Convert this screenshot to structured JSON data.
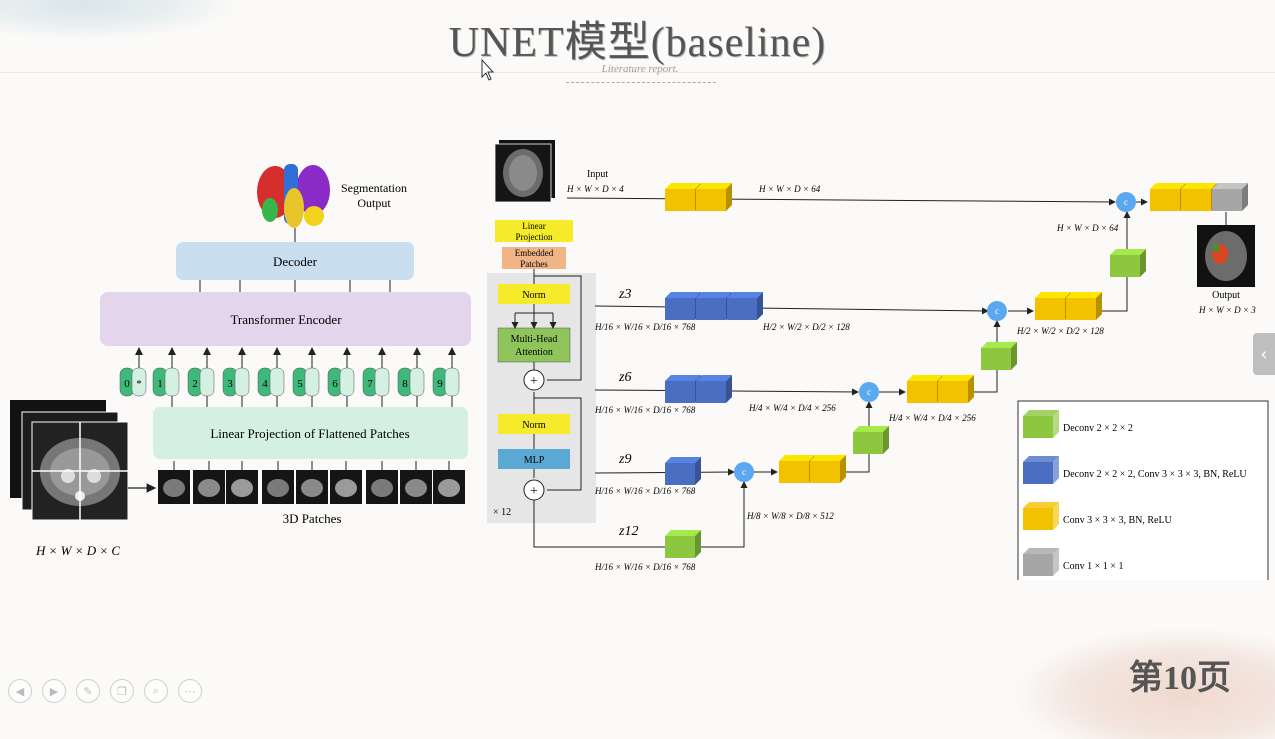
{
  "slide": {
    "title": "UNET模型(baseline)",
    "subtitle": "Literature report.",
    "page_number": "第10页"
  },
  "left_diagram": {
    "segmentation_output": [
      "Segmentation",
      "Output"
    ],
    "decoder": "Decoder",
    "transformer_encoder": "Transformer  Encoder",
    "linear_projection": "Linear Projection of Flattened Patches",
    "patches_label": "3D Patches",
    "input_dims": "H × W × D × C",
    "tokens": [
      "0",
      "*",
      "1",
      "2",
      "3",
      "4",
      "5",
      "6",
      "7",
      "8",
      "9"
    ]
  },
  "right_diagram": {
    "input_label": "Input",
    "input_dims": "H × W × D × 4",
    "linear_projection": [
      "Linear",
      "Projection"
    ],
    "embedded_patches": [
      "Embedded",
      "Patches"
    ],
    "norm1": "Norm",
    "mha": [
      "Multi-Head",
      "Attention"
    ],
    "norm2": "Norm",
    "mlp": "MLP",
    "repeat": "× 12",
    "z_labels": [
      "z3",
      "z6",
      "z9",
      "z12"
    ],
    "token_dims": "H/16 × W/16 × D/16 × 768",
    "skip_dims_64a": "H × W × D × 64",
    "skip_dims_64b": "H × W × D × 64",
    "dims_128a": "H/2 × W/2 × D/2 × 128",
    "dims_128b": "H/2 × W/2 × D/2 × 128",
    "dims_256a": "H/4 × W/4 × D/4 × 256",
    "dims_256b": "H/4 × W/4 × D/4 × 256",
    "dims_512": "H/8 × W/8 × D/8 × 512",
    "output_label": "Output",
    "output_dims": "H × W × D × 3",
    "concat_symbol": "c",
    "plus_symbol": "+"
  },
  "legend": [
    {
      "label": "Deconv 2 × 2 × 2",
      "color": "#8dc63f"
    },
    {
      "label": "Deconv 2 × 2 × 2,  Conv 3 × 3 × 3, BN, ReLU",
      "color": "#4a6fc2"
    },
    {
      "label": "Conv 3 × 3 × 3, BN, ReLU",
      "color": "#f2c200"
    },
    {
      "label": "Conv 1 × 1 × 1",
      "color": "#a6a6a6"
    }
  ],
  "colors": {
    "decoder_box": "#c9dff0",
    "encoder_box": "#e3d6ec",
    "projection_box": "#d3f0e2",
    "token_green": "#3fb97a",
    "yellow_label": "#f5eb2a",
    "embedded_orange": "#f0b487",
    "transformer_green": "#8fc45a",
    "mlp_blue": "#5aa9d4",
    "concat_blue": "#5aa8f0"
  },
  "nav_icons": [
    "prev-icon",
    "next-icon",
    "pen-icon",
    "copy-icon",
    "zoom-icon",
    "more-icon"
  ]
}
